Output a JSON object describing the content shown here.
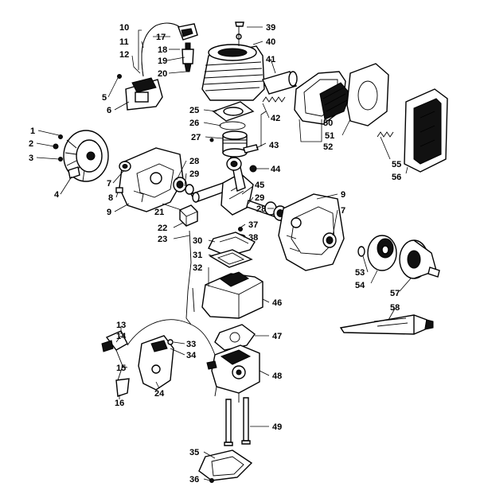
{
  "labels": {
    "l1": "1",
    "l2": "2",
    "l3": "3",
    "l4": "4",
    "l5": "5",
    "l6": "6",
    "l7a": "7",
    "l7b": "7",
    "l8": "8",
    "l9a": "9",
    "l9b": "9",
    "l10": "10",
    "l11": "11",
    "l12": "12",
    "l13": "13",
    "l14": "14",
    "l15": "15",
    "l16": "16",
    "l17": "17",
    "l18": "18",
    "l19": "19",
    "l20": "20",
    "l21": "21",
    "l22": "22",
    "l23": "23",
    "l24": "24",
    "l25": "25",
    "l26": "26",
    "l27": "27",
    "l28a": "28",
    "l28b": "28",
    "l29a": "29",
    "l29b": "29",
    "l30": "30",
    "l31": "31",
    "l32": "32",
    "l33": "33",
    "l34": "34",
    "l35": "35",
    "l36": "36",
    "l37": "37",
    "l38": "38",
    "l39": "39",
    "l40": "40",
    "l41": "41",
    "l42": "42",
    "l43": "43",
    "l44": "44",
    "l45": "45",
    "l46": "46",
    "l47": "47",
    "l48": "48",
    "l49": "49",
    "l50": "50",
    "l51": "51",
    "l52": "52",
    "l53": "53",
    "l54": "54",
    "l55": "55",
    "l56": "56",
    "l57": "57",
    "l58": "58"
  }
}
